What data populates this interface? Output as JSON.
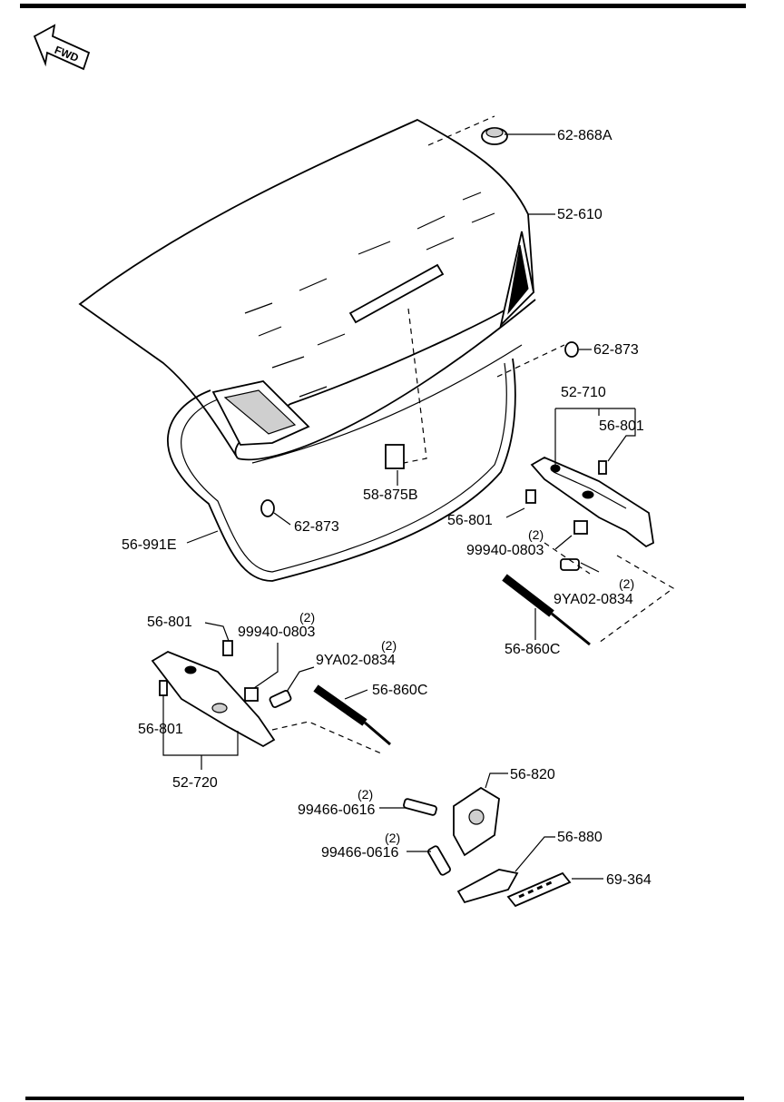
{
  "orientation_badge": "FWD",
  "labels": {
    "p62868A": "62-868A",
    "p52610": "52-610",
    "p62873_right": "62-873",
    "p52710": "52-710",
    "p56801_r1": "56-801",
    "p56801_r2": "56-801",
    "p99940_r": "99940-0803",
    "p99940_r_qty": "(2)",
    "p9YA02_r": "9YA02-0834",
    "p9YA02_r_qty": "(2)",
    "p56860C_r": "56-860C",
    "p58875B": "58-875B",
    "p62873_left": "62-873",
    "p56991E": "56-991E",
    "p56801_l1": "56-801",
    "p99940_l": "99940-0803",
    "p99940_l_qty": "(2)",
    "p9YA02_l": "9YA02-0834",
    "p9YA02_l_qty": "(2)",
    "p56860C_l": "56-860C",
    "p56801_l2": "56-801",
    "p52720": "52-720",
    "p56820": "56-820",
    "p99466_a": "99466-0616",
    "p99466_a_qty": "(2)",
    "p99466_b": "99466-0616",
    "p99466_b_qty": "(2)",
    "p56880": "56-880",
    "p69364": "69-364"
  }
}
